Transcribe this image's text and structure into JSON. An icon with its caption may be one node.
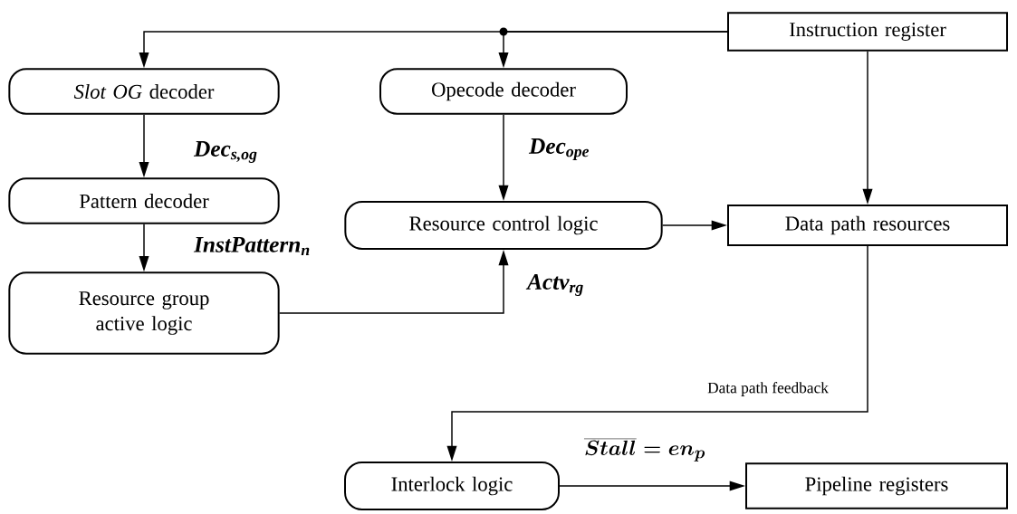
{
  "diagram": {
    "nodes": [
      {
        "text": [
          "Instruction register"
        ]
      },
      {
        "text": [
          "*Slot OG* decoder"
        ]
      },
      {
        "text": [
          "Opecode decoder"
        ]
      },
      {
        "text": [
          "Pattern decoder"
        ]
      },
      {
        "text": [
          "Resource control logic"
        ]
      },
      {
        "text": [
          "Data path resources"
        ]
      },
      {
        "text": [
          "Resource group active logic"
        ]
      },
      {
        "text": [
          "Interlock logic"
        ]
      },
      {
        "text": [
          "Pipeline registers"
        ]
      }
    ],
    "edges": [
      {
        "from": 0,
        "to": 1,
        "arrow": "to"
      },
      {
        "from": 0,
        "to": 2,
        "arrow": "to"
      },
      {
        "from": 0,
        "to": 5,
        "arrow": "to"
      },
      {
        "from": 1,
        "to": 3,
        "arrow": "to",
        "label": "Dec$_{s,og}$"
      },
      {
        "from": 2,
        "to": 4,
        "arrow": "to",
        "label": "Dec$_{ope}$"
      },
      {
        "from": 3,
        "to": 6,
        "arrow": "to",
        "label": "InstPattern$_{n}$"
      },
      {
        "from": 6,
        "to": 4,
        "arrow": "to",
        "label": "Actv$_{rg}$"
      },
      {
        "from": 4,
        "to": 5,
        "arrow": "to"
      },
      {
        "from": 5,
        "to": 7,
        "arrow": "to",
        "label": "Data path feedback"
      },
      {
        "from": 7,
        "to": 8,
        "arrow": "to",
        "label": "\\overline{Stall} = en_{p}"
      }
    ]
  }
}
